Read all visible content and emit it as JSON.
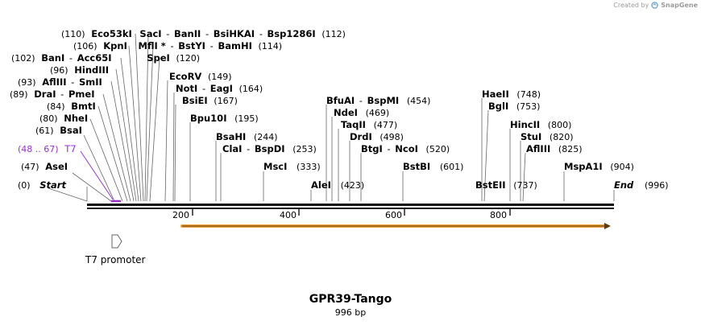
{
  "credit": {
    "text": "Created by",
    "brand": "SnapGene",
    "icon": "snapgene-logo-icon"
  },
  "map": {
    "title": "GPR39-Tango",
    "length_label": "996 bp",
    "bp_ticks": [
      "200",
      "400",
      "600",
      "800"
    ],
    "start_label": "Start",
    "start_pos": "(0)",
    "end_label": "End",
    "end_pos": "(996)",
    "primer": {
      "name": "T7",
      "range": "(48 .. 67)",
      "color": "#9b30d9"
    },
    "feature": {
      "name": "T7 promoter"
    },
    "orf_color": "#f0a030",
    "sites": [
      {
        "id": "eco53ki",
        "text": "(110)  Eco53kI  SacI  - BanII  - BsiHKAI  - Bsp1286I  (112)"
      },
      {
        "id": "kpni",
        "text": "(106)  KpnI  MflI * - BstYI  - BamHI  (114)"
      },
      {
        "id": "bani",
        "text": "(102)  BanI  - Acc65I  SpeI  (120)"
      },
      {
        "id": "hindiii",
        "text": "(96)  HindIII  EcoRV  (149)"
      },
      {
        "id": "afliii",
        "text": "(93)  AflIII  - SmII  NotI  - EagI  (164)"
      },
      {
        "id": "drai",
        "text": "(89)  DraI  - PmeI  BsiEI  (167)"
      },
      {
        "id": "bmti",
        "text": "(84)  BmtI  Bpu10I  (195)"
      },
      {
        "id": "nhei",
        "text": "(80)  NheI  BsaHI  (244)"
      },
      {
        "id": "bsai",
        "text": "(61)  BsaI  ClaI  - BspDI  (253)"
      },
      {
        "id": "asei",
        "text": "(47)  AseI  MscI  (333)"
      },
      {
        "id": "alei",
        "text": "AleI  (423)"
      },
      {
        "id": "bfuai",
        "text": "BfuAI  - BspMI  (454)"
      },
      {
        "id": "ndei",
        "text": "NdeI  (469)"
      },
      {
        "id": "taqii",
        "text": "TaqII  (477)"
      },
      {
        "id": "drdi",
        "text": "DrdI  (498)"
      },
      {
        "id": "btgi",
        "text": "BtgI  - NcoI  (520)"
      },
      {
        "id": "bstbi",
        "text": "BstBI  (601)"
      },
      {
        "id": "haeii",
        "text": "HaeII  (748)"
      },
      {
        "id": "bgli",
        "text": "BglI  (753)"
      },
      {
        "id": "bsteii",
        "text": "BstEII  (737)"
      },
      {
        "id": "hincii",
        "text": "HincII  (800)"
      },
      {
        "id": "stui",
        "text": "StuI  (820)"
      },
      {
        "id": "afliii2",
        "text": "AflIII  (825)"
      },
      {
        "id": "mspa1i",
        "text": "MspA1I  (904)"
      }
    ]
  }
}
